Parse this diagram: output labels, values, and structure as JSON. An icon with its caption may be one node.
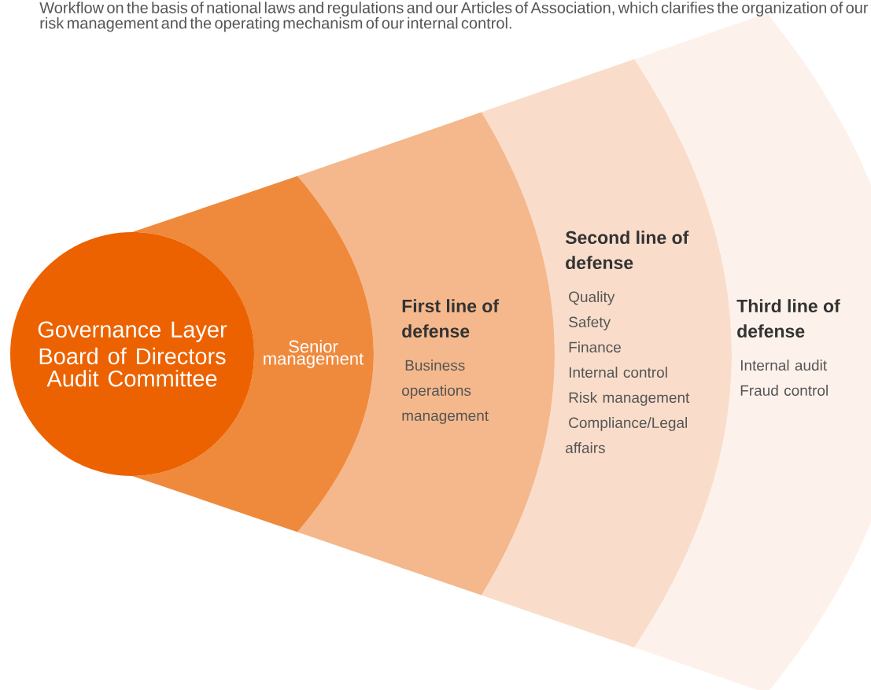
{
  "diagram": {
    "nodes": [
      {
        "text": [
          "Governance Layer",
          "Board of Directors",
          "Audit Committee"
        ]
      },
      {
        "text": [
          "Senior management"
        ]
      },
      {
        "text": [
          "First line of defense",
          "Business operations management"
        ]
      },
      {
        "text": [
          "Second line of defense",
          "Quality",
          "Safety",
          "Finance",
          "Internal control",
          "Risk management",
          "Compliance/Legal affairs"
        ]
      },
      {
        "text": [
          "Third line of defense",
          "Internal audit",
          "Fraud control"
        ]
      }
    ],
    "labels": [
      "Workflow on the basis of national laws and regulations and our Articles of Association, which clarifies the organization of our risk management and the operating mechanism of our internal control."
    ]
  }
}
